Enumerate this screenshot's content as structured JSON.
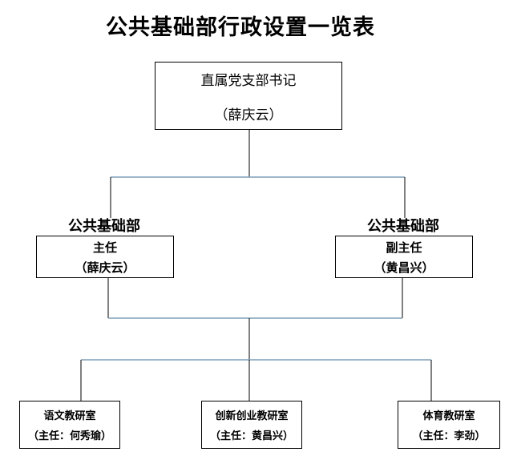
{
  "title": "公共基础部行政设置一览表",
  "top_box": {
    "role": "直属党支部书记",
    "person": "（薛庆云）"
  },
  "left_branch": {
    "dept": "公共基础部",
    "role": "主任",
    "person": "（薛庆云）"
  },
  "right_branch": {
    "dept": "公共基础部",
    "role": "副主任",
    "person": "（黄昌兴）"
  },
  "offices": [
    {
      "name": "语文教研室",
      "head": "（主任：何秀瑜）"
    },
    {
      "name": "创新创业教研室",
      "head": "（主任：黄昌兴）"
    },
    {
      "name": "体育教研室",
      "head": "（主任：李劲）"
    }
  ],
  "colors": {
    "line": "#000000",
    "accent_line": "#7f9fb8"
  }
}
